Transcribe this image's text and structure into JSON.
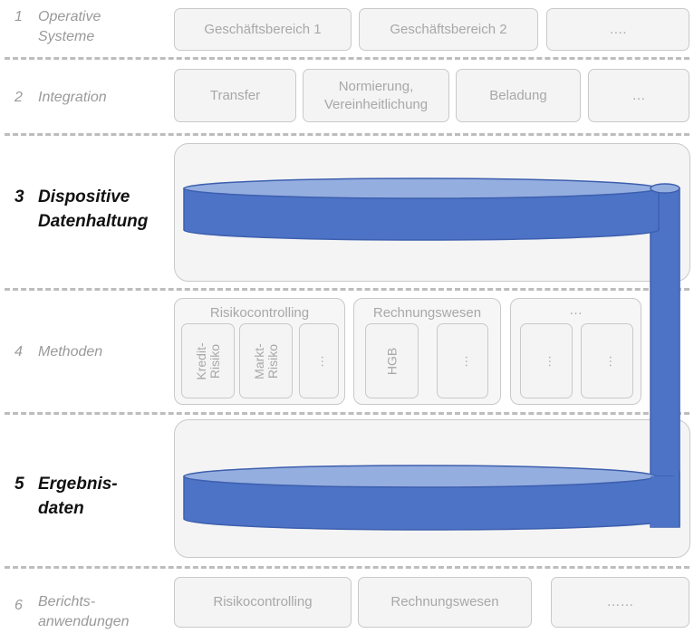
{
  "rows": [
    {
      "num": "1",
      "label": "Operative\nSysteme"
    },
    {
      "num": "2",
      "label": "Integration"
    },
    {
      "num": "3",
      "label": "Dispositive\nDatenhaltung"
    },
    {
      "num": "4",
      "label": "Methoden"
    },
    {
      "num": "5",
      "label": "Ergebnis-\ndaten"
    },
    {
      "num": "6",
      "label": "Berichts-\nanwendungen"
    }
  ],
  "operative": [
    "Geschäftsbereich 1",
    "Geschäftsbereich 2",
    "…."
  ],
  "integration": [
    "Transfer",
    "Normierung,\nVereinheitlichung",
    "Beladung",
    "…"
  ],
  "methoden": {
    "risiko": {
      "title": "Risikocontrolling",
      "items": [
        "Kredit-\nRisiko",
        "Markt-\nRisiko",
        "…"
      ]
    },
    "rechnung": {
      "title": "Rechnungswesen",
      "items": [
        "HGB",
        "…"
      ]
    },
    "other": {
      "title": "…",
      "items": [
        "…",
        "…"
      ]
    }
  },
  "berichte": [
    "Risikocontrolling",
    "Rechnungswesen",
    "……"
  ],
  "colors": {
    "cylinder_body": "#4d73c6",
    "cylinder_top": "#95aee0",
    "cylinder_edge": "#3d5fae",
    "box_fill": "#f4f4f4",
    "box_border": "#c9c9c9",
    "muted_text": "#a8a8a8"
  }
}
